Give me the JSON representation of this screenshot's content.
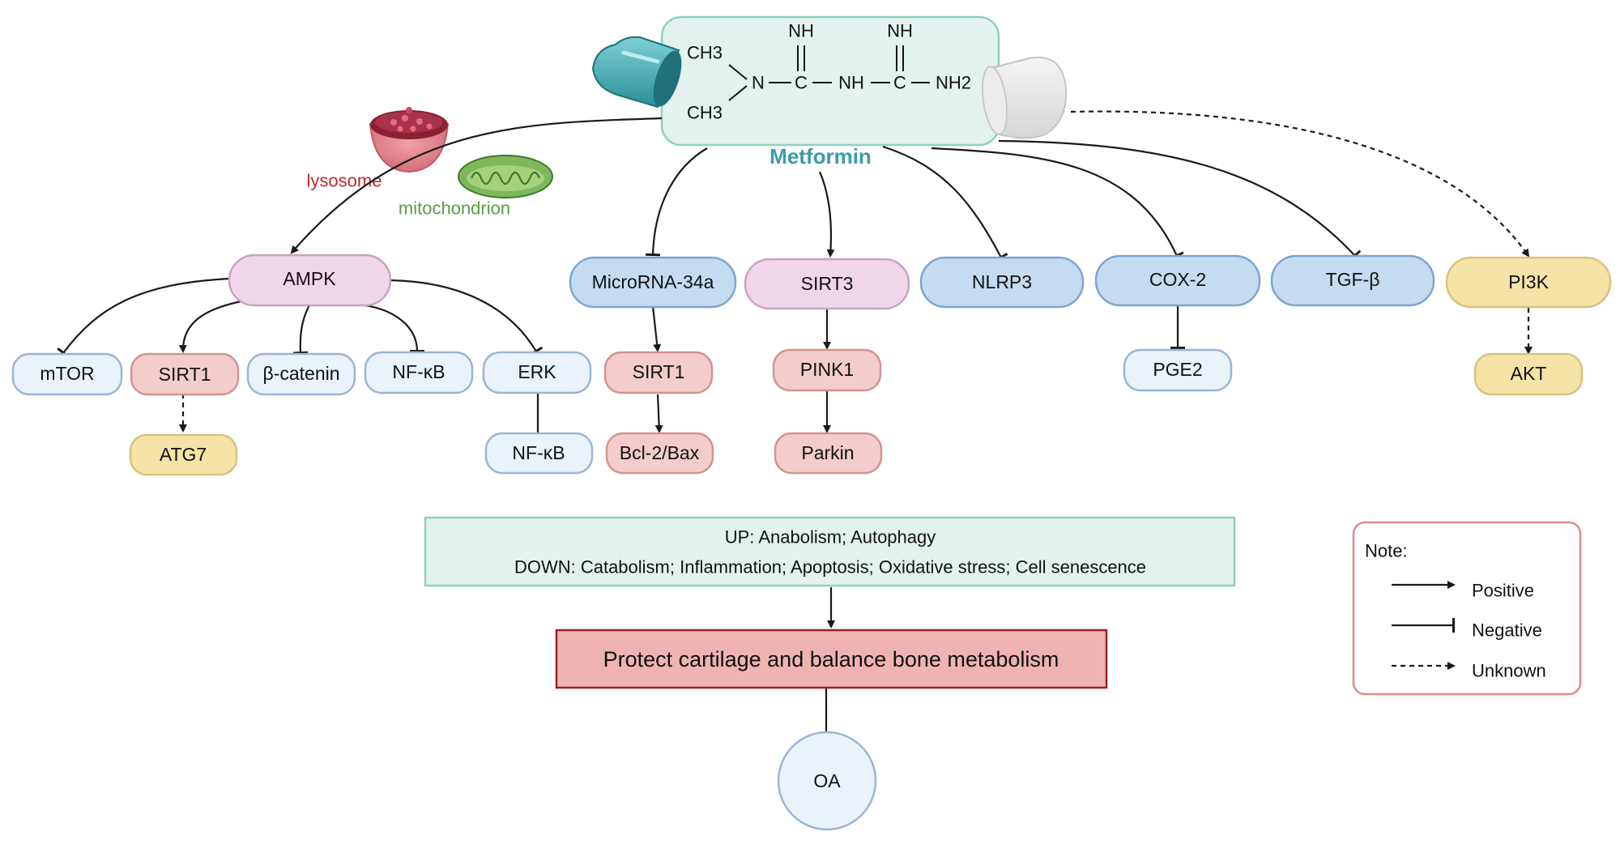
{
  "colors": {
    "pink_fill": "#f1d6ea",
    "pink_stroke": "#c9a3bf",
    "blue_fill": "#c3dcf1",
    "blue_stroke": "#7fa5cf",
    "lightblue_fill": "#eaf2fb",
    "lightblue_stroke": "#9cb5d6",
    "salmon_fill": "#f4cccc",
    "salmon_stroke": "#cf9595",
    "yellow_fill": "#f5e3a8",
    "yellow_stroke": "#d8c27e",
    "mint_fill": "#e3f2ee",
    "mint_stroke": "#8fd0c2",
    "red_fill": "#efb3b3",
    "red_stroke": "#9d2020",
    "teal": "#3d9aa8",
    "lysosome_red": "#c0282d",
    "mito_green": "#5e9b43"
  },
  "metformin": {
    "name": "Metformin",
    "ch3_top": "CH3",
    "ch3_bottom": "CH3",
    "n": "N",
    "c1": "C",
    "nh_mid": "NH",
    "c2": "C",
    "nh2": "NH2",
    "nh_top1": "NH",
    "nh_top2": "NH"
  },
  "organelles": {
    "lysosome": "lysosome",
    "mitochondrion": "mitochondrion"
  },
  "nodes": {
    "ampk": "AMPK",
    "microrna": "MicroRNA-34a",
    "sirt3": "SIRT3",
    "nlrp3": "NLRP3",
    "cox2": "COX-2",
    "tgfb": "TGF-β",
    "pi3k": "PI3K",
    "mtor": "mTOR",
    "sirt1_a": "SIRT1",
    "bcatenin": "β-catenin",
    "nfkb_a": "NF-κB",
    "erk": "ERK",
    "atg7": "ATG7",
    "nfkb_b": "NF-κB",
    "sirt1_b": "SIRT1",
    "bcl2bax": "Bcl-2/Bax",
    "pink1": "PINK1",
    "parkin": "Parkin",
    "pge2": "PGE2",
    "akt": "AKT"
  },
  "effects": {
    "up": "UP: Anabolism; Autophagy",
    "down": "DOWN: Catabolism; Inflammation; Apoptosis; Oxidative stress; Cell senescence"
  },
  "outcome": "Protect cartilage and balance bone metabolism",
  "oa": "OA",
  "legend": {
    "title": "Note:",
    "positive": "Positive",
    "negative": "Negative",
    "unknown": "Unknown"
  }
}
